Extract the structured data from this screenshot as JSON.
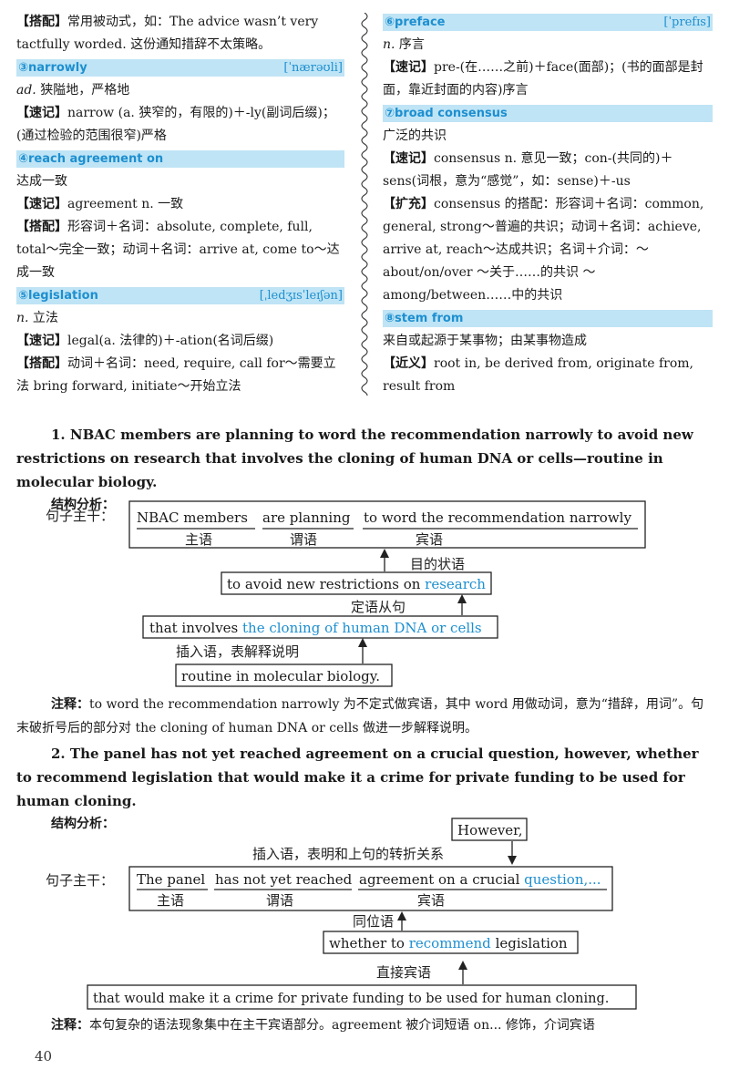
{
  "left_column": {
    "l1_tag": "【搭配】",
    "l1_text": "常用被动式，如：The advice wasn’t very tactfully worded. 这份通知措辞不太策略。",
    "e3_title": "③narrowly",
    "e3_phon": "ˈnærəʊli",
    "e3_pos": "ad.",
    "e3_def": "狭隘地，严格地",
    "e3_tag": "【速记】",
    "e3_text": "narrow (a. 狭窄的，有限的)＋-ly(副词后缀)；(通过检验的范围很窄)严格",
    "e4_title": "④reach agreement on",
    "e4_def": "达成一致",
    "e4_tag1": "【速记】",
    "e4_text1": "agreement n. 一致",
    "e4_tag2": "【搭配】",
    "e4_text2": "形容词＋名词：absolute, complete, full, total～完全一致；动词＋名词：arrive at, come to～达成一致",
    "e5_title": "⑤legislation",
    "e5_phon": "ˌledʒɪsˈleɪʃən",
    "e5_pos": "n.",
    "e5_def": "立法",
    "e5_tag1": "【速记】",
    "e5_text1": "legal(a. 法律的)＋-ation(名词后缀)",
    "e5_tag2": "【搭配】",
    "e5_text2": "动词＋名词：need, require, call for～需要立法 bring forward, initiate～开始立法"
  },
  "right_column": {
    "e6_title": "⑥preface",
    "e6_phon": "ˈprefɪs",
    "e6_pos": "n.",
    "e6_def": "序言",
    "e6_tag": "【速记】",
    "e6_text": "pre-(在……之前)＋face(面部)；(书的面部是封面，靠近封面的内容)序言",
    "e7_title": "⑦broad consensus",
    "e7_def": "广泛的共识",
    "e7_tag1": "【速记】",
    "e7_text1": "consensus n. 意见一致；con-(共同的)＋sens(词根，意为“感觉”，如：sense)＋-us",
    "e7_tag2": "【扩充】",
    "e7_text2": "consensus 的搭配：形容词＋名词：common, general, strong～普遍的共识；动词＋名词：achieve, arrive at, reach～达成共识；名词＋介词：～ about/on/over ～关于……的共识 ～ among/between……中的共识",
    "e8_title": "⑧stem from",
    "e8_def": "来自或起源于某事物；由某事物造成",
    "e8_tag": "【近义】",
    "e8_text": "root in, be derived from, originate from, result from"
  },
  "analysis1": {
    "sentence_num": "1.",
    "sentence": "NBAC members are planning to word the recommendation narrowly to avoid new restrictions on research that involves the cloning of human DNA or cells—routine in molecular biology.",
    "struct_label": "结构分析：",
    "main_label": "句子主干：",
    "subj": "NBAC members",
    "subj_role": "主语",
    "verb": "are planning",
    "verb_role": "谓语",
    "obj": "to word the recommendation narrowly",
    "obj_role": "宾语",
    "purpose_label": "目的状语",
    "purpose_a": "to avoid new restrictions on ",
    "purpose_b": "research",
    "rel_label": "定语从句",
    "rel_a": "that involves ",
    "rel_b": "the cloning of human DNA or cells",
    "insert_label": "插入语，表解释说明",
    "insert_text": "routine in molecular biology.",
    "note_tag": "注释：",
    "note_text": "to word the recommendation narrowly 为不定式做宾语，其中 word 用做动词，意为“措辞，用词”。句末破折号后的部分对 the cloning of human DNA or cells 做进一步解释说明。"
  },
  "analysis2": {
    "sentence_num": "2.",
    "sentence": "The panel has not yet reached agreement on a crucial question, however, whether to recommend legislation that would make it a crime for private funding to be used for human cloning.",
    "struct_label": "结构分析：",
    "main_label": "句子主干：",
    "however_box": "However,",
    "however_label": "插入语，表明和上句的转折关系",
    "subj": "The panel",
    "subj_role": "主语",
    "verb": "has not yet reached",
    "verb_role": "谓语",
    "obj_a": "agreement on a crucial ",
    "obj_b": "question,...",
    "obj_role": "宾语",
    "appos_label": "同位语",
    "appos_a": "whether to ",
    "appos_b": "recommend",
    "appos_c": " legislation",
    "direct_label": "直接宾语",
    "direct_text": "that would make it a crime for private funding to be used for human cloning.",
    "note_tag": "注释：",
    "note_text": "本句复杂的语法现象集中在主干宾语部分。agreement 被介词短语 on... 修饰，介词宾语"
  },
  "page_number": "40",
  "colors": {
    "accent": "#1d8fd0",
    "header_band": "#bfe4f5"
  }
}
